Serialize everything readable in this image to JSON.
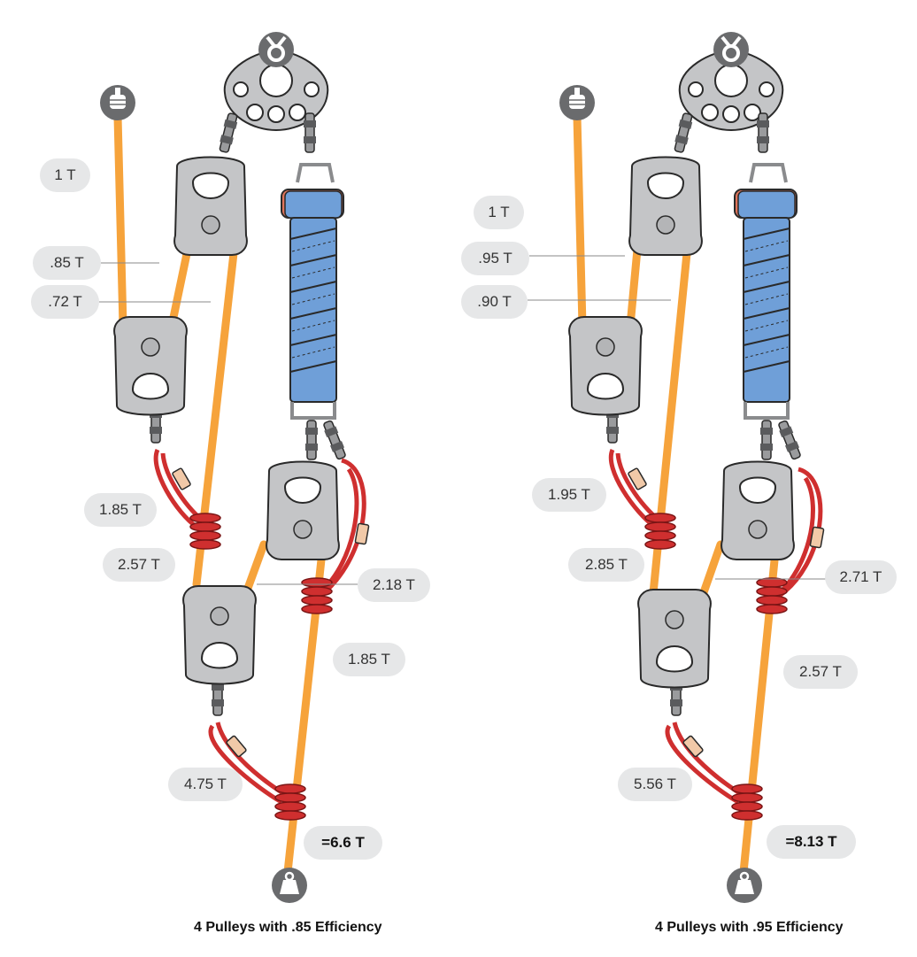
{
  "colors": {
    "rope": "#f6a33b",
    "rope_edge": "#c9781b",
    "pulley": "#c4c5c7",
    "sling": "#cf2f2f",
    "anchor_sling": "#6f9fd8",
    "outline": "#2a2a2a",
    "label_bg": "#e6e7e8"
  },
  "icons": {
    "anchor": "anchor-plate-icon",
    "hand": "hand-pull-icon",
    "load": "load-weight-icon"
  },
  "systems": [
    {
      "caption": "4 Pulleys with .85 Efficiency",
      "labels": {
        "pull": "1 T",
        "strand_a": ".85 T",
        "strand_b": ".72 T",
        "sling_a": "1.85 T",
        "strand_c": "2.57 T",
        "strand_d": "2.18 T",
        "strand_e": "1.85 T",
        "sling_b": "4.75 T",
        "total": "=6.6 T"
      }
    },
    {
      "caption": "4 Pulleys with .95 Efficiency",
      "labels": {
        "pull": "1 T",
        "strand_a": ".95 T",
        "strand_b": ".90 T",
        "sling_a": "1.95 T",
        "strand_c": "2.85 T",
        "strand_d": "2.71 T",
        "strand_e": "2.57 T",
        "sling_b": "5.56 T",
        "total": "=8.13 T"
      }
    }
  ]
}
